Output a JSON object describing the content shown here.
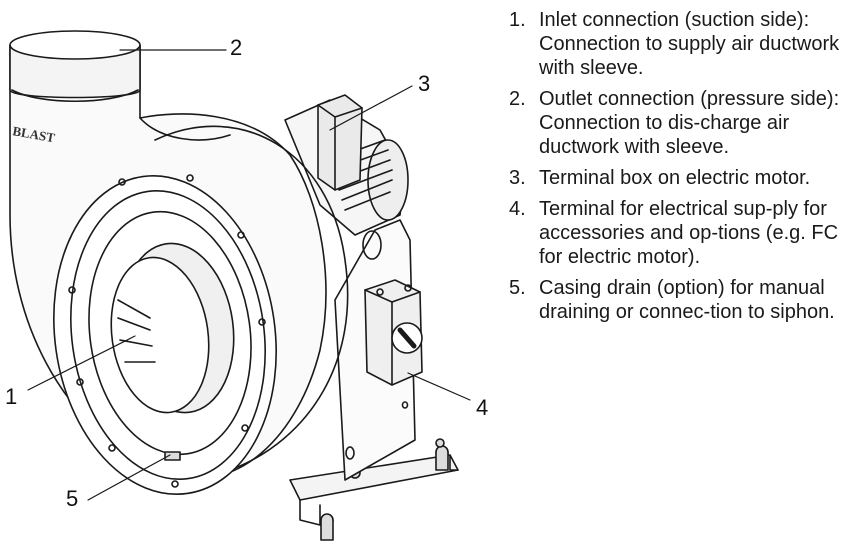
{
  "figure": {
    "brand_plate": "BLAST",
    "callouts": [
      "1",
      "2",
      "3",
      "4",
      "5"
    ]
  },
  "legend": {
    "items": [
      {
        "num": "1.",
        "text": "Inlet connection (suction side): Connection to supply air ductwork with sleeve."
      },
      {
        "num": "2.",
        "text": "Outlet connection (pressure side): Connection to dis-charge air ductwork with sleeve."
      },
      {
        "num": "3.",
        "text": "Terminal box on electric motor."
      },
      {
        "num": "4.",
        "text": "Terminal for electrical sup-ply for accessories and op-tions (e.g. FC for electric motor)."
      },
      {
        "num": "5.",
        "text": "Casing drain (option) for manual draining or connec-tion to siphon."
      }
    ]
  }
}
